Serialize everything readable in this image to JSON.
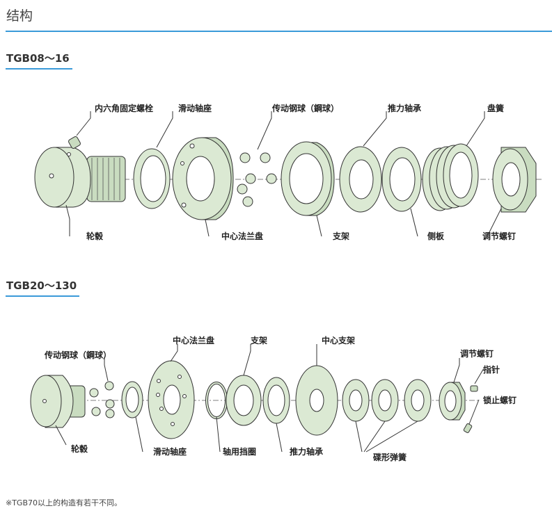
{
  "page_title": "结构",
  "sections": [
    {
      "title": "TGB08～16",
      "labels": {
        "hex_bolt": "内六角固定螺栓",
        "sliding_seat": "滑动轴座",
        "steel_ball": "传动钢球（鋼球）",
        "thrust_bearing": "推力轴承",
        "disc_spring": "盘簧",
        "hub": "轮毂",
        "center_flange": "中心法兰盘",
        "retainer": "支架",
        "side_plate": "侧板",
        "adjust_nut": "调节螺钉"
      }
    },
    {
      "title": "TGB20～130",
      "labels": {
        "steel_ball": "传动钢球（鋼球）",
        "center_flange": "中心法兰盘",
        "retainer": "支架",
        "center_retainer": "中心支架",
        "adjust_nut": "调节螺钉",
        "indicator": "指针",
        "lock_screw": "锁止螺钉",
        "hub": "轮毂",
        "sliding_seat": "滑动轴座",
        "shaft_retaining_ring": "轴用挡圈",
        "thrust_bearing": "推力轴承",
        "belleville_spring": "碟形弹簧"
      }
    }
  ],
  "footnote": "※TGB70以上的构造有若干不同。"
}
